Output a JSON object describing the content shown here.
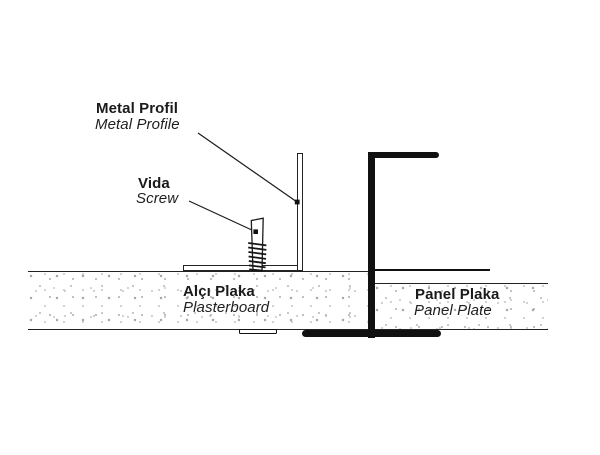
{
  "diagram": {
    "type": "construction-detail-section",
    "labels": {
      "metal_profile": {
        "primary": "Metal Profil",
        "secondary": "Metal Profile"
      },
      "screw": {
        "primary": "Vida",
        "secondary": "Screw"
      },
      "plasterboard": {
        "primary": "Alçı Plaka",
        "secondary": "Plasterboard"
      },
      "panel_plate": {
        "primary": "Panel Plaka",
        "secondary": "Panel Plate"
      }
    },
    "colors": {
      "line": "#1c1c1c",
      "solid_profile": "#111111",
      "stipple_dot": "#b5b5b5",
      "background": "#ffffff"
    }
  }
}
